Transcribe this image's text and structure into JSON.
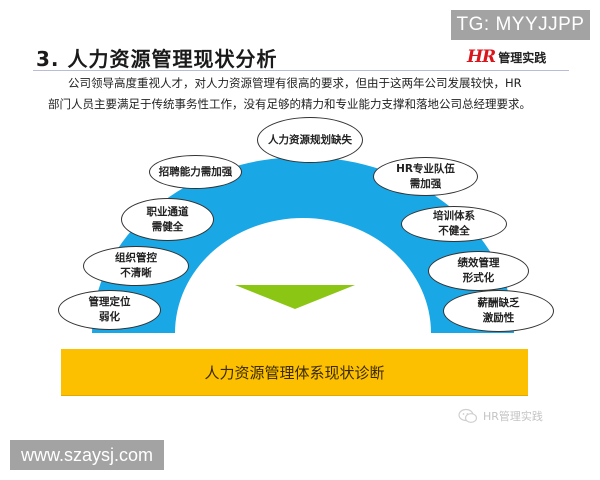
{
  "overlays": {
    "tg_badge": "TG: MYYJJPP",
    "site_badge": "www.szaysj.com"
  },
  "header": {
    "title": "3. 人力资源管理现状分析",
    "brand_hr": "HR",
    "brand_text": "管理实践"
  },
  "intro": {
    "line1": "公司领导高度重视人才，对人力资源管理有很高的要求，但由于这两年公司发展较快，HR",
    "line2": "部门人员主要满足于传统事务性工作，没有足够的精力和专业能力支撑和落地公司总经理要求。"
  },
  "diagram": {
    "colors": {
      "arch": "#1aa7e6",
      "arrow": "#8cc614",
      "bar": "#fdc000"
    },
    "arrow_icon": "down-triangle-icon",
    "issues": [
      {
        "id": "planning",
        "lines": [
          "人力资源规划缺失"
        ]
      },
      {
        "id": "recruiting",
        "lines": [
          "招聘能力需加强"
        ]
      },
      {
        "id": "career",
        "lines": [
          "职业通道",
          "需健全"
        ]
      },
      {
        "id": "org-control",
        "lines": [
          "组织管控",
          "不清晰"
        ]
      },
      {
        "id": "positioning",
        "lines": [
          "管理定位",
          "弱化"
        ]
      },
      {
        "id": "hr-team",
        "lines": [
          "HR专业队伍",
          "需加强"
        ]
      },
      {
        "id": "training",
        "lines": [
          "培训体系",
          "不健全"
        ]
      },
      {
        "id": "performance",
        "lines": [
          "绩效管理",
          "形式化"
        ]
      },
      {
        "id": "compensation",
        "lines": [
          "薪酬缺乏",
          "激励性"
        ]
      }
    ],
    "base_label": "人力资源管理体系现状诊断"
  },
  "watermark": {
    "icon": "wechat-icon",
    "text": "HR管理实践"
  }
}
